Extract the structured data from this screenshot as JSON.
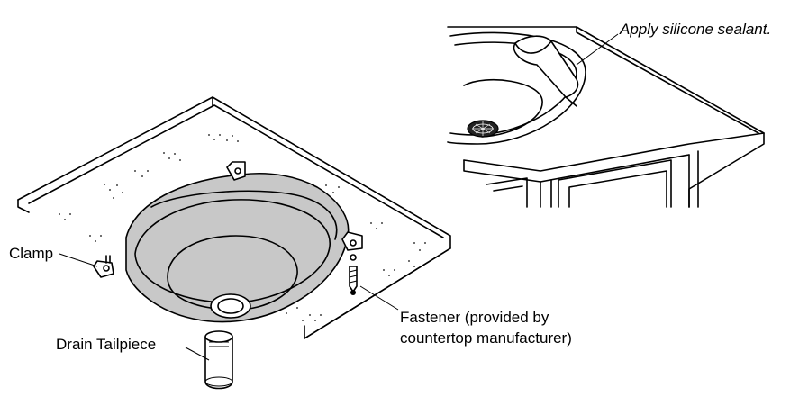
{
  "labels": {
    "sealant": "Apply silicone sealant.",
    "clamp": "Clamp",
    "fastener_line1": "Fastener (provided by",
    "fastener_line2": "countertop manufacturer)",
    "tailpiece": "Drain Tailpiece"
  },
  "colors": {
    "line": "#000000",
    "bowl_fill": "#c8c8c8",
    "background": "#ffffff"
  }
}
